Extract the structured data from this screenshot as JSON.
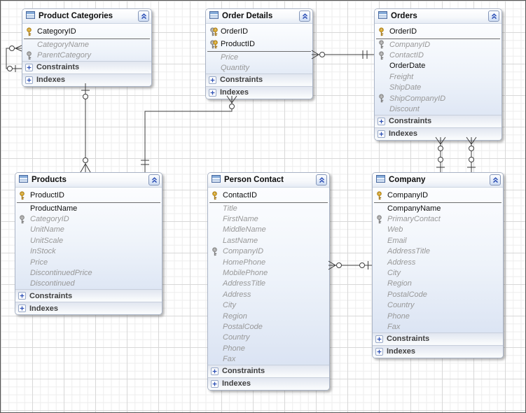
{
  "diagram": {
    "kind": "database-schema-designer",
    "grid_visible": true,
    "colors": {
      "grid_minor": "#ededed",
      "grid_major": "#d8d8d8",
      "table_body_gradient_top": "#fcfdff",
      "table_body_gradient_bottom": "#d5dff1",
      "primary_key_gold": "#f2c236",
      "foreign_key_silver": "#c4c4c4",
      "accent_blue": "#2d50b5",
      "required_text": "#0d0d0d",
      "nullable_text": "#989898",
      "relationship_line": "#3c3c3c"
    }
  },
  "tables": [
    {
      "id": "product-categories",
      "title": "Product Categories",
      "pk_fields": [
        {
          "name": "CategoryID",
          "key": "pk",
          "required": true
        }
      ],
      "fields": [
        {
          "name": "CategoryName",
          "key": null,
          "required": false
        },
        {
          "name": "ParentCategory",
          "key": "fk",
          "required": false
        }
      ],
      "constraints_label": "Constraints",
      "indexes_label": "Indexes"
    },
    {
      "id": "order-details",
      "title": "Order Details",
      "pk_fields": [
        {
          "name": "OrderID",
          "key": "pkfk",
          "required": true
        },
        {
          "name": "ProductID",
          "key": "pkfk",
          "required": true
        }
      ],
      "fields": [
        {
          "name": "Price",
          "key": null,
          "required": false
        },
        {
          "name": "Quantity",
          "key": null,
          "required": false
        }
      ],
      "constraints_label": "Constraints",
      "indexes_label": "Indexes"
    },
    {
      "id": "orders",
      "title": "Orders",
      "pk_fields": [
        {
          "name": "OrderID",
          "key": "pk",
          "required": true
        }
      ],
      "fields": [
        {
          "name": "CompanyID",
          "key": "fk",
          "required": false
        },
        {
          "name": "ContactID",
          "key": "fk",
          "required": false
        },
        {
          "name": "OrderDate",
          "key": null,
          "required": true
        },
        {
          "name": "Freight",
          "key": null,
          "required": false
        },
        {
          "name": "ShipDate",
          "key": null,
          "required": false
        },
        {
          "name": "ShipCompanyID",
          "key": "fk",
          "required": false
        },
        {
          "name": "Discount",
          "key": null,
          "required": false
        }
      ],
      "constraints_label": "Constraints",
      "indexes_label": "Indexes"
    },
    {
      "id": "products",
      "title": "Products",
      "pk_fields": [
        {
          "name": "ProductID",
          "key": "pk",
          "required": true
        }
      ],
      "fields": [
        {
          "name": "ProductName",
          "key": null,
          "required": true
        },
        {
          "name": "CategoryID",
          "key": "fk",
          "required": false
        },
        {
          "name": "UnitName",
          "key": null,
          "required": false
        },
        {
          "name": "UnitScale",
          "key": null,
          "required": false
        },
        {
          "name": "InStock",
          "key": null,
          "required": false
        },
        {
          "name": "Price",
          "key": null,
          "required": false
        },
        {
          "name": "DiscontinuedPrice",
          "key": null,
          "required": false
        },
        {
          "name": "Discontinued",
          "key": null,
          "required": false
        }
      ],
      "constraints_label": "Constraints",
      "indexes_label": "Indexes"
    },
    {
      "id": "person-contact",
      "title": "Person Contact",
      "pk_fields": [
        {
          "name": "ContactID",
          "key": "pk",
          "required": true
        }
      ],
      "fields": [
        {
          "name": "Title",
          "key": null,
          "required": false
        },
        {
          "name": "FirstName",
          "key": null,
          "required": false
        },
        {
          "name": "MiddleName",
          "key": null,
          "required": false
        },
        {
          "name": "LastName",
          "key": null,
          "required": false
        },
        {
          "name": "CompanyID",
          "key": "fk",
          "required": false
        },
        {
          "name": "HomePhone",
          "key": null,
          "required": false
        },
        {
          "name": "MobilePhone",
          "key": null,
          "required": false
        },
        {
          "name": "AddressTitle",
          "key": null,
          "required": false
        },
        {
          "name": "Address",
          "key": null,
          "required": false
        },
        {
          "name": "City",
          "key": null,
          "required": false
        },
        {
          "name": "Region",
          "key": null,
          "required": false
        },
        {
          "name": "PostalCode",
          "key": null,
          "required": false
        },
        {
          "name": "Country",
          "key": null,
          "required": false
        },
        {
          "name": "Phone",
          "key": null,
          "required": false
        },
        {
          "name": "Fax",
          "key": null,
          "required": false
        }
      ],
      "constraints_label": "Constraints",
      "indexes_label": "Indexes"
    },
    {
      "id": "company",
      "title": "Company",
      "pk_fields": [
        {
          "name": "CompanyID",
          "key": "pk",
          "required": true
        }
      ],
      "fields": [
        {
          "name": "CompanyName",
          "key": null,
          "required": true
        },
        {
          "name": "PrimaryContact",
          "key": "fk",
          "required": false
        },
        {
          "name": "Web",
          "key": null,
          "required": false
        },
        {
          "name": "Email",
          "key": null,
          "required": false
        },
        {
          "name": "AddressTitle",
          "key": null,
          "required": false
        },
        {
          "name": "Address",
          "key": null,
          "required": false
        },
        {
          "name": "City",
          "key": null,
          "required": false
        },
        {
          "name": "Region",
          "key": null,
          "required": false
        },
        {
          "name": "PostalCode",
          "key": null,
          "required": false
        },
        {
          "name": "Country",
          "key": null,
          "required": false
        },
        {
          "name": "Phone",
          "key": null,
          "required": false
        },
        {
          "name": "Fax",
          "key": null,
          "required": false
        }
      ],
      "constraints_label": "Constraints",
      "indexes_label": "Indexes"
    }
  ],
  "relationships": [
    {
      "tables": [
        "Product Categories",
        "Product Categories"
      ],
      "note": "self-reference loop on left side",
      "marker_a": "zero-or-many (circle + crow-foot)",
      "marker_b": "zero-or-one (circle + bar)"
    },
    {
      "tables": [
        "Product Categories",
        "Products"
      ],
      "note": "vertical connector",
      "marker_a": "one + zero (bar + circle)",
      "marker_b": "zero-or-many (circle + crow-foot)"
    },
    {
      "tables": [
        "Products",
        "Order Details"
      ],
      "note": "elbow connector",
      "marker_a": "one-one (double bar)",
      "marker_b": "zero-or-many (circle + crow-foot)"
    },
    {
      "tables": [
        "Orders",
        "Order Details"
      ],
      "note": "horizontal connector",
      "marker_a": "one-one (double bar)",
      "marker_b": "zero-or-many (circle + crow-foot)"
    },
    {
      "tables": [
        "Orders",
        "Company"
      ],
      "note": "left vertical connector",
      "marker_a": "zero-or-many (crow-foot + circle)",
      "marker_b": "zero-or-one (circle + bar)"
    },
    {
      "tables": [
        "Orders",
        "Company"
      ],
      "note": "right vertical connector",
      "marker_a": "zero-or-many (crow-foot + circle)",
      "marker_b": "zero-or-one (circle + bar)"
    },
    {
      "tables": [
        "Person Contact",
        "Company"
      ],
      "note": "horizontal connector",
      "marker_a": "zero-or-many (crow-foot + circle)",
      "marker_b": "zero-or-one (circle + bar)"
    }
  ]
}
